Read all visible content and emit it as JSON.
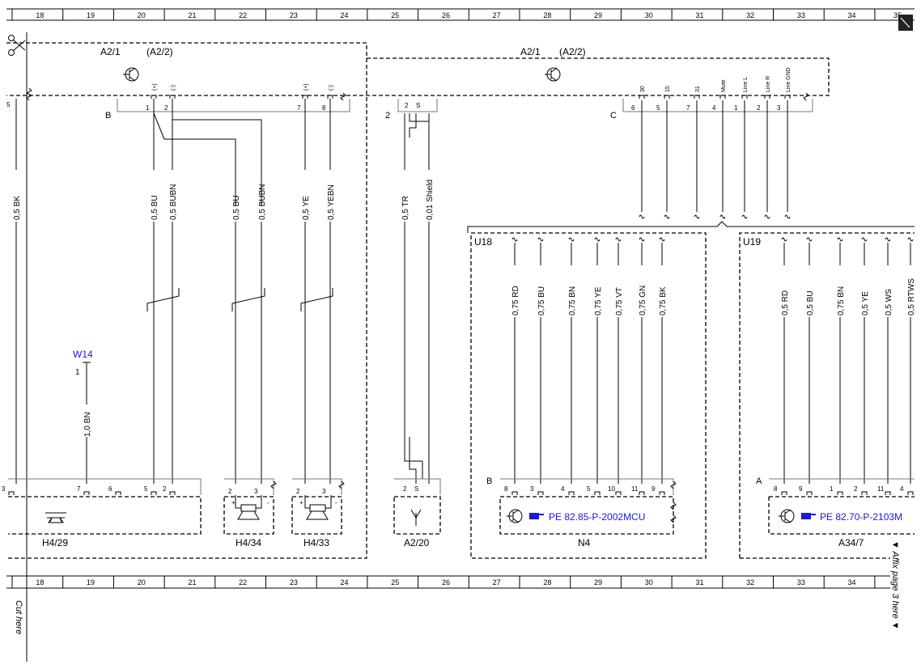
{
  "grid_columns": [
    "18",
    "19",
    "20",
    "21",
    "22",
    "23",
    "24",
    "25",
    "26",
    "27",
    "28",
    "29",
    "30",
    "31",
    "32",
    "33",
    "34"
  ],
  "grid_columns_partial": "35",
  "modules": {
    "left_title": "A2/1",
    "left_alt": "(A2/2)",
    "right_title": "A2/1",
    "right_alt": "(A2/2)"
  },
  "connectors": {
    "B_top": "B",
    "pin_2": "2",
    "C": "C",
    "B_n4": "B",
    "A_a34": "A"
  },
  "top_left_edge_pin": "5",
  "b_pins": [
    {
      "num": "1",
      "sign": "(+)"
    },
    {
      "num": "2",
      "sign": "(-)"
    },
    {
      "num": "7",
      "sign": "(+)"
    },
    {
      "num": "8",
      "sign": "(-)"
    }
  ],
  "a220_top_pins": [
    "2",
    "S"
  ],
  "c_pins": [
    {
      "num": "6",
      "name": "30"
    },
    {
      "num": "5",
      "name": "15"
    },
    {
      "num": "7",
      "name": "31"
    },
    {
      "num": "4",
      "name": "Mute"
    },
    {
      "num": "1",
      "name": "Line L"
    },
    {
      "num": "2",
      "name": "Line R"
    },
    {
      "num": "3",
      "name": "Line GND"
    }
  ],
  "wires_left": [
    "0,5 BK",
    "0,5 BU",
    "0,5 BUBN",
    "0,5 BU",
    "0,5 BUBN",
    "0,5 YE",
    "0,5 YEBN",
    "0,5 TR",
    "0,01 Shield"
  ],
  "w14": {
    "label": "W14",
    "pin": "1",
    "wire": "1,0 BN"
  },
  "u18": {
    "label": "U18",
    "wires": [
      "0,75 RD",
      "0,75 BU",
      "0,75 BN",
      "0,75 YE",
      "0,75 VT",
      "0,75 GN",
      "0,75 BK"
    ]
  },
  "u19": {
    "label": "U19",
    "wires": [
      "0,5 RD",
      "0,5 BU",
      "0,75 BN",
      "0,5 YE",
      "0,5 WS",
      "0,5 RTWS"
    ]
  },
  "h429": {
    "label": "H4/29",
    "pins": [
      "3",
      "7",
      "6",
      "5",
      "2"
    ]
  },
  "h434": {
    "label": "H4/34",
    "pins": [
      "2",
      "3"
    ],
    "plus": "+",
    "minus": "-"
  },
  "h433": {
    "label": "H4/33",
    "pins": [
      "2",
      "3"
    ],
    "plus": "+",
    "minus": "-"
  },
  "a220": {
    "label": "A2/20",
    "pins": [
      "2",
      "S"
    ]
  },
  "n4": {
    "label": "N4",
    "pins": [
      "8",
      "3",
      "4",
      "5",
      "10",
      "11",
      "9"
    ],
    "ref": "PE 82.85-P-2002MCU"
  },
  "a347": {
    "label": "A34/7",
    "pins": [
      "8",
      "9",
      "1",
      "2",
      "11",
      "4"
    ],
    "ref": "PE 82.70-P-2103M"
  },
  "notes": {
    "cut_here": "Cut here",
    "affix": "▼ Affix page 3 here ▼"
  },
  "colors": {
    "link": "#1a1adc"
  }
}
